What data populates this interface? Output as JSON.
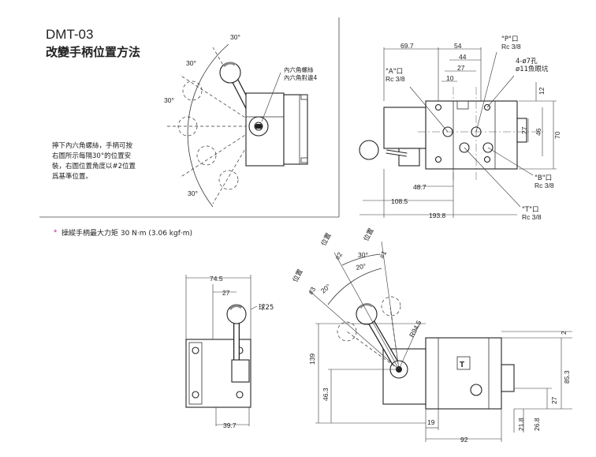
{
  "title": {
    "model": "DMT-03",
    "subtitle": "改變手柄位置方法"
  },
  "instructions": {
    "line1": "擰下內六角螺絲，手柄可按",
    "line2": "右圖所示每隔30°的位置安",
    "line3": "裝，右圖位置角度以#2位置",
    "line4": "爲基準位置。"
  },
  "torque_note": {
    "star": "*",
    "text": "操縱手柄最大力矩 30 N·m (3.06 kgf·m)"
  },
  "handle_angle_diagram": {
    "angles": [
      "30°",
      "30°",
      "30°",
      "30°"
    ],
    "screw_label_1": "內六角螺絲",
    "screw_label_2": "內六角對邊4"
  },
  "valve_face_view": {
    "dims": [
      "69.7",
      "54",
      "44",
      "27",
      "10",
      "12",
      "27",
      "46",
      "70",
      "48.7",
      "108.5",
      "193.8"
    ],
    "port_p": {
      "name": "\"P\"口",
      "thread": "Rc 3/8"
    },
    "port_a": {
      "name": "\"A\"口",
      "thread": "Rc 3/8"
    },
    "port_b": {
      "name": "\"B\"口",
      "thread": "Rc 3/8"
    },
    "port_t": {
      "name": "\"T\"口",
      "thread": "Rc 3/8"
    },
    "holes": {
      "line1": "4-ø7孔",
      "line2": "ø11魚眼坑"
    }
  },
  "front_view": {
    "dims": [
      "74.5",
      "27",
      "39.7"
    ],
    "ball_label": "球25"
  },
  "side_view": {
    "pos1": {
      "word": "位置",
      "num": "#1"
    },
    "pos2": {
      "word": "位置",
      "num": "#2"
    },
    "pos3": {
      "word": "位置",
      "num": "#3"
    },
    "angles": [
      "30°",
      "20°",
      "20°"
    ],
    "radius": "R94.5",
    "dims": [
      "139",
      "46.3",
      "19",
      "92",
      "2",
      "85.3",
      "27",
      "21.8",
      "26.8"
    ]
  }
}
